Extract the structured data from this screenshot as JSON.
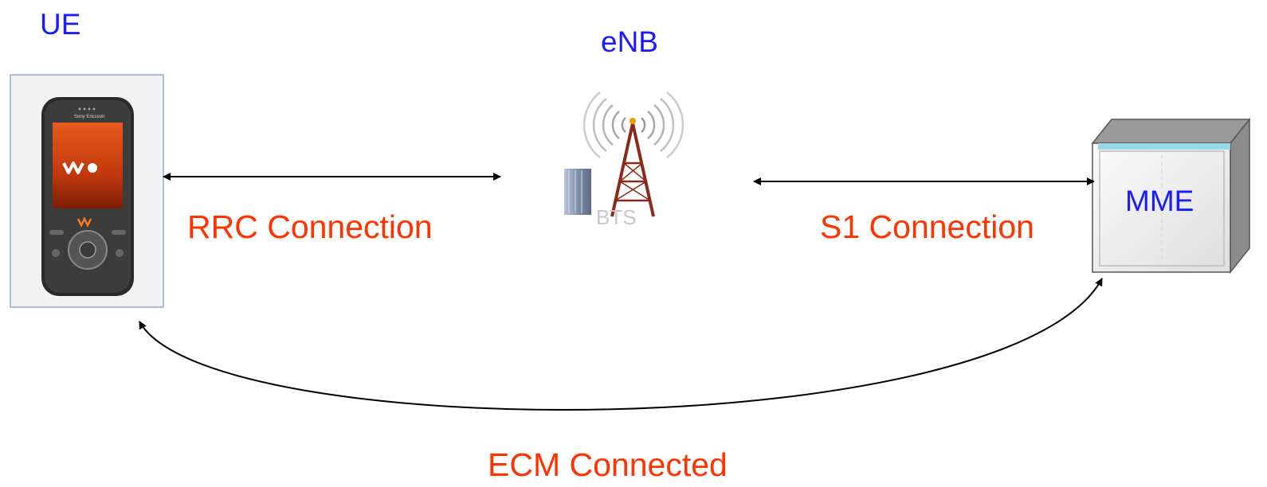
{
  "nodes": {
    "ue": {
      "label": "UE",
      "icon": "mobile-phone-icon"
    },
    "enb": {
      "label": "eNB",
      "icon": "base-station-tower-icon"
    },
    "mme": {
      "label": "MME",
      "icon": "server-box-icon"
    }
  },
  "connections": {
    "rrc": {
      "label": "RRC Connection",
      "from": "UE",
      "to": "eNB"
    },
    "s1": {
      "label": "S1 Connection",
      "from": "eNB",
      "to": "MME"
    },
    "ecm": {
      "label": "ECM Connected",
      "from": "UE",
      "to": "MME"
    }
  },
  "colors": {
    "node_label": "#1a1aff",
    "connection_label": "#ff3300",
    "arrow": "#000000"
  }
}
